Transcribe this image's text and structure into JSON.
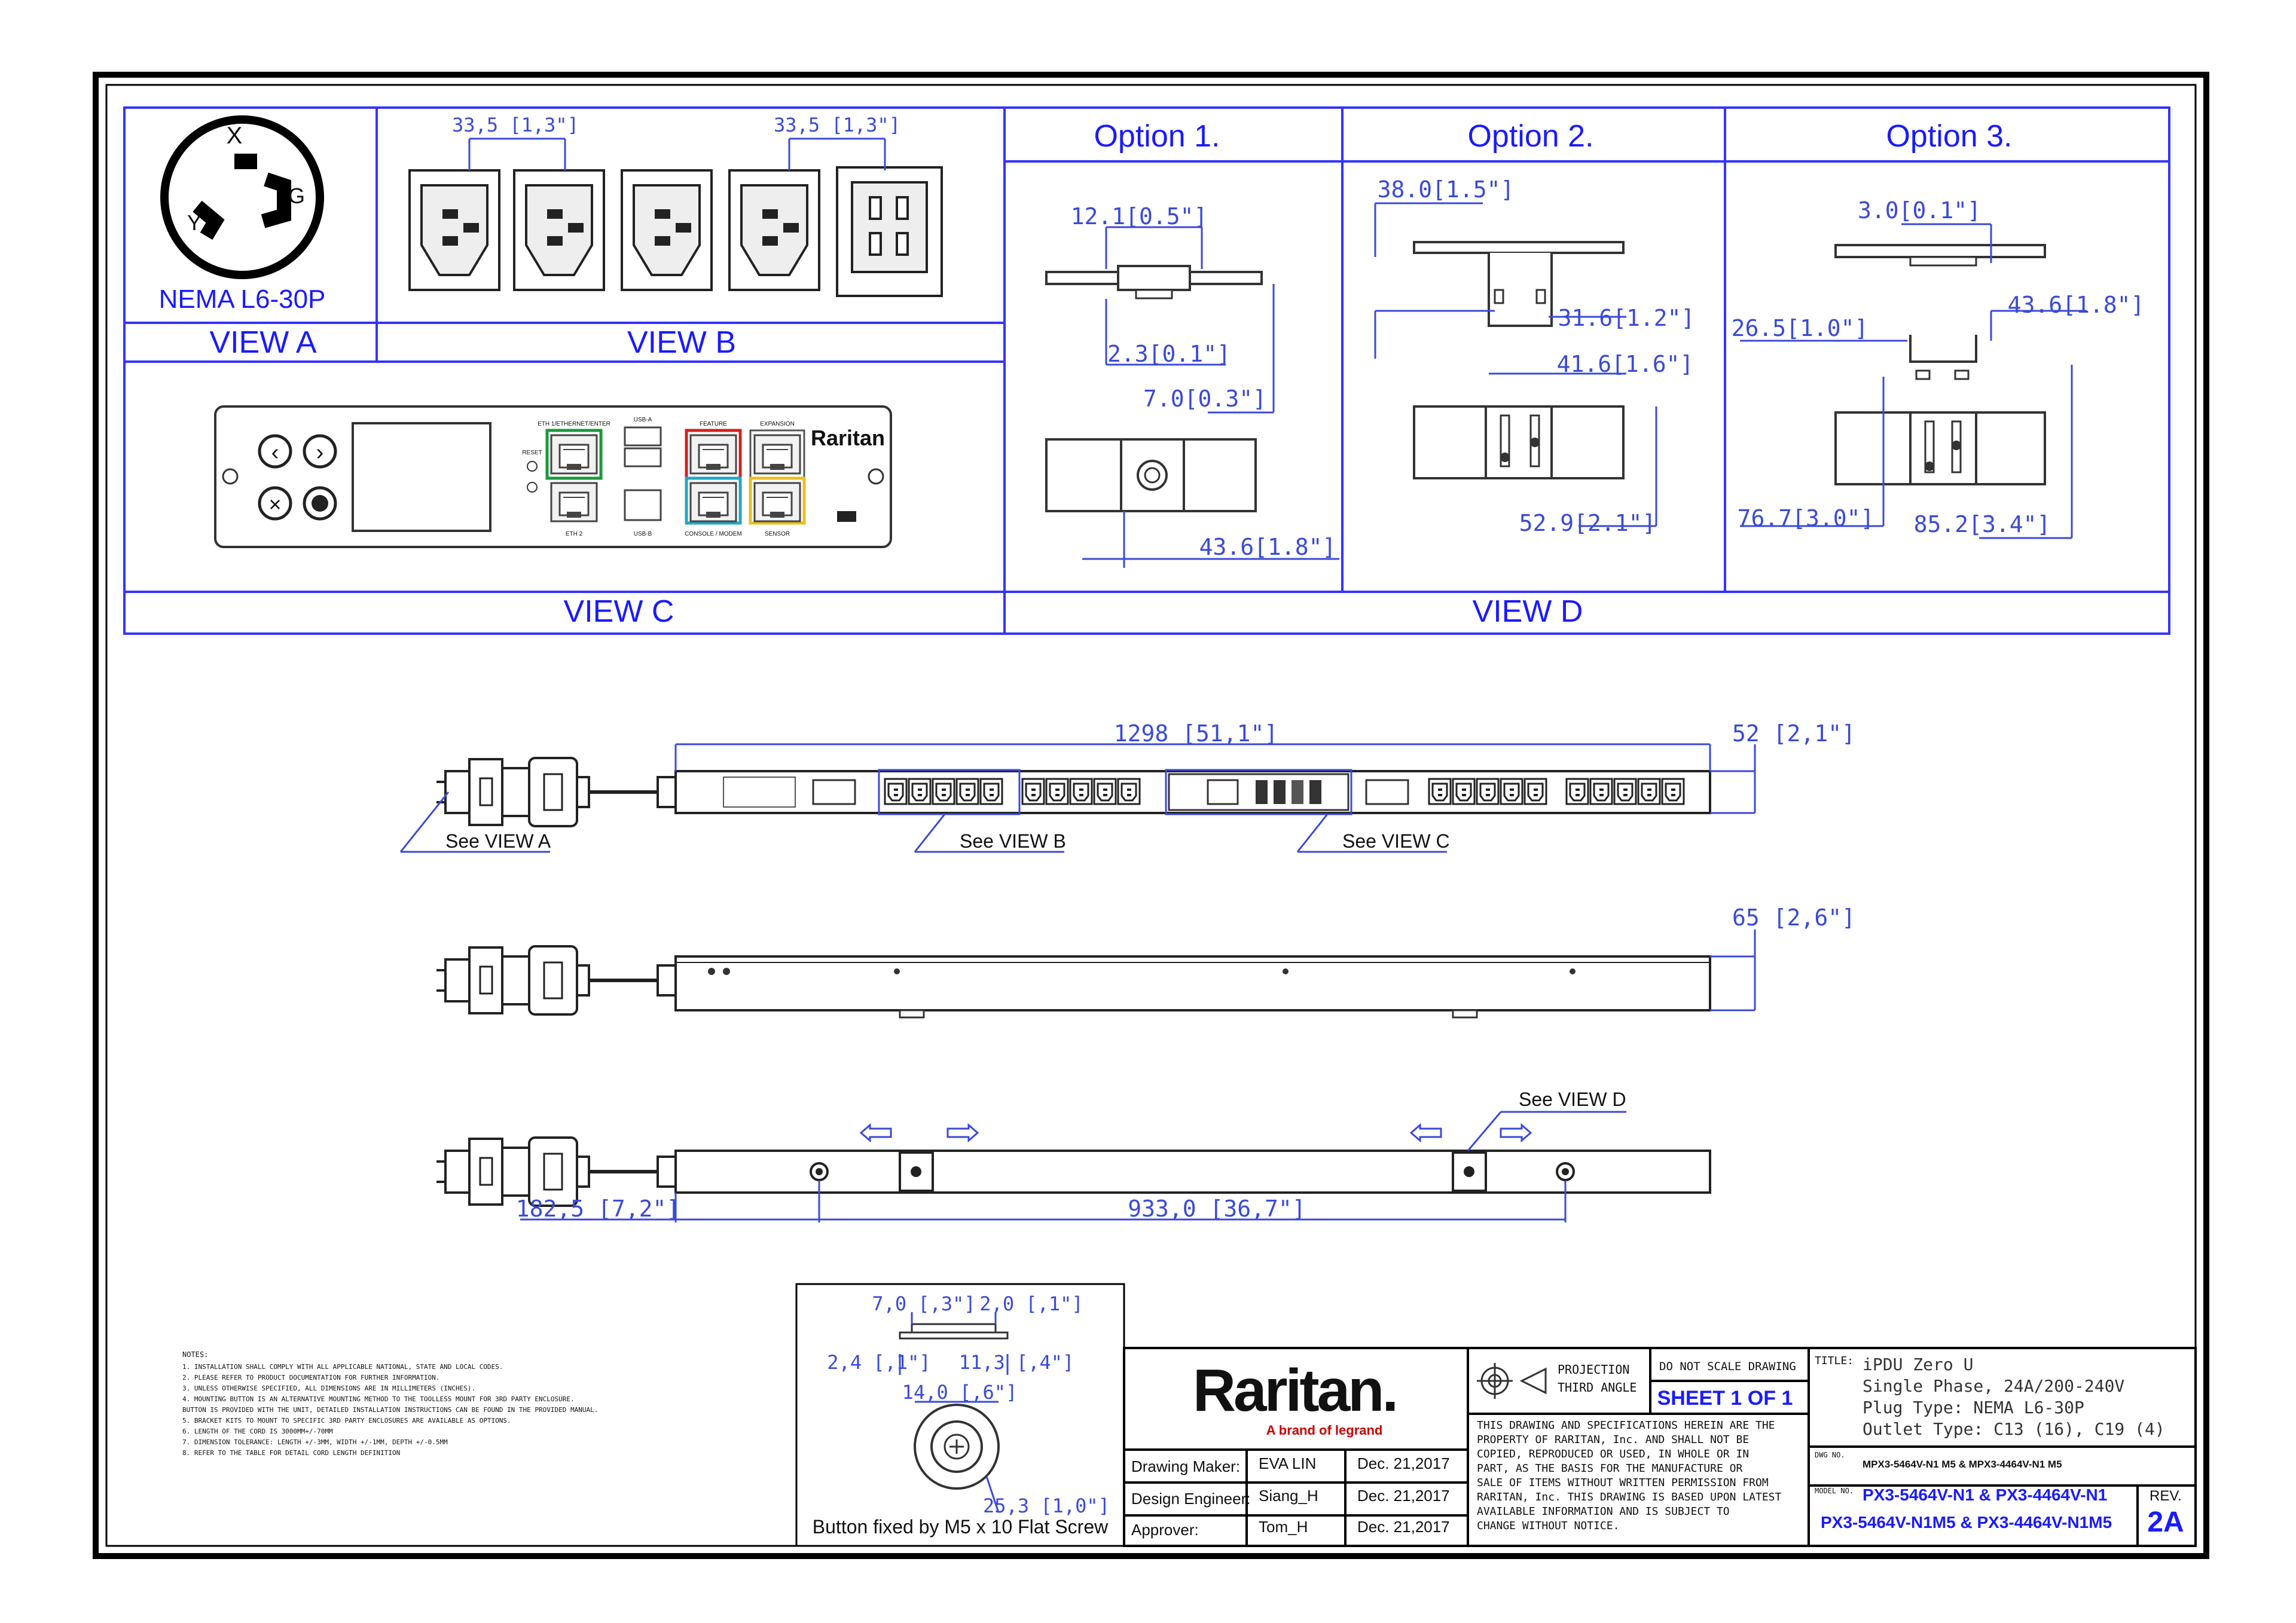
{
  "views": {
    "view_a": "VIEW A",
    "view_b": "VIEW B",
    "view_c": "VIEW C",
    "view_d": "VIEW D",
    "plug_name": "NEMA L6-30P",
    "plug_pins": [
      "X",
      "G",
      "Y"
    ],
    "view_b_dims": [
      "33,5 [1,3\"]",
      "33,5 [1,3\"]"
    ]
  },
  "options": {
    "option1": {
      "title": "Option 1.",
      "dims": [
        "12.1[0.5\"]",
        "2.3[0.1\"]",
        "7.0[0.3\"]",
        "43.6[1.8\"]"
      ]
    },
    "option2": {
      "title": "Option  2.",
      "dims": [
        "38.0[1.5\"]",
        "31.6[1.2\"]",
        "41.6[1.6\"]",
        "52.9[2.1\"]"
      ]
    },
    "option3": {
      "title": "Option 3.",
      "dims": [
        "3.0[0.1\"]",
        "43.6[1.8\"]",
        "26.5[1.0\"]",
        "76.7[3.0\"]",
        "85.2[3.4\"]"
      ]
    }
  },
  "controller": {
    "brand": "Raritan",
    "labels": [
      "ETH 1/ETHERNET/ENTER",
      "USB-A",
      "FEATURE",
      "EXPANSION",
      "RESET",
      "ETH 2",
      "USB-B",
      "CONSOLE / MODEM",
      "SENSOR"
    ]
  },
  "pdu": {
    "length_dim": "1298  [51,1\"]",
    "width_dim": "52  [2,1\"]",
    "depth_dim": "65  [2,6\"]",
    "offset_dim": "182,5  [7,2\"]",
    "spacing_dim": "933,0  [36,7\"]",
    "see_view_a": "See VIEW A",
    "see_view_b": "See VIEW B",
    "see_view_c": "See VIEW C",
    "see_view_d": "See VIEW D"
  },
  "button_detail": {
    "caption": "Button fixed by M5 x 10 Flat Screw",
    "dims": [
      "7,0  [,3\"]",
      "2,0  [,1\"]",
      "2,4  [,1\"]",
      "11,3  [,4\"]",
      "14,0  [,6\"]",
      "25,3  [1,0\"]"
    ]
  },
  "notes": {
    "heading": "NOTES:",
    "items": [
      "1. INSTALLATION SHALL COMPLY WITH ALL APPLICABLE NATIONAL, STATE AND LOCAL CODES.",
      "2. PLEASE REFER TO PRODUCT DOCUMENTATION FOR FURTHER INFORMATION.",
      "3. UNLESS OTHERWISE SPECIFIED, ALL DIMENSIONS ARE IN MILLIMETERS (INCHES).",
      "4. MOUNTING BUTTON IS AN ALTERNATIVE MOUNTING METHOD TO THE TOOLLESS MOUNT FOR 3RD PARTY ENCLOSURE.",
      "   BUTTON IS PROVIDED WITH THE UNIT, DETAILED INSTALLATION INSTRUCTIONS CAN BE FOUND IN THE PROVIDED MANUAL.",
      "5. BRACKET KITS TO MOUNT TO SPECIFIC 3RD PARTY ENCLOSURES ARE AVAILABLE AS OPTIONS.",
      "6. LENGTH OF THE CORD IS 3000MM+/-70MM",
      "7. DIMENSION TOLERANCE: LENGTH +/-3MM, WIDTH +/-1MM, DEPTH +/-0.5MM",
      "8. REFER TO THE TABLE FOR DETAIL CORD LENGTH DEFINITION"
    ]
  },
  "title_block": {
    "logo": "Raritan.",
    "logo_sub": "A brand of legrand",
    "rows": [
      {
        "role": "Drawing Maker:",
        "name": "EVA LIN",
        "date": "Dec. 21,2017"
      },
      {
        "role": "Design Engineer:",
        "name": "Siang_H",
        "date": "Dec. 21,2017"
      },
      {
        "role": "Approver:",
        "name": "Tom_H",
        "date": "Dec. 21,2017"
      }
    ],
    "projection": "PROJECTION",
    "third_angle": "THIRD ANGLE",
    "do_not_scale": "DO NOT SCALE DRAWING",
    "sheet": "SHEET 1 OF 1",
    "disclaimer": [
      "THIS DRAWING AND SPECIFICATIONS HEREIN ARE THE",
      "PROPERTY OF RARITAN, Inc. AND SHALL NOT BE",
      "COPIED, REPRODUCED OR USED, IN WHOLE OR IN",
      "PART, AS THE BASIS FOR THE MANUFACTURE OR",
      "SALE OF ITEMS WITHOUT WRITTEN PERMISSION FROM",
      "RARITAN, Inc. THIS DRAWING IS BASED UPON LATEST",
      "AVAILABLE INFORMATION AND IS SUBJECT TO",
      "CHANGE WITHOUT NOTICE."
    ],
    "title_label": "TITLE:",
    "title_lines": [
      "iPDU Zero U",
      "Single Phase, 24A/200-240V",
      "Plug Type: NEMA L6-30P",
      "Outlet Type: C13 (16), C19 (4)"
    ],
    "dwg_label": "DWG NO.",
    "dwg_no": "MPX3-5464V-N1 M5 & MPX3-4464V-N1 M5",
    "model_label": "MODEL NO.",
    "model_lines": [
      "PX3-5464V-N1 & PX3-4464V-N1",
      "PX3-5464V-N1M5 & PX3-4464V-N1M5"
    ],
    "rev_label": "REV.",
    "rev": "2A"
  },
  "colors": {
    "frame": "#000000",
    "view_lines": "#3333ff",
    "dimension": "#3a4ad8",
    "port_green": "#1a9a3a",
    "port_red": "#d42020",
    "port_cyan": "#20a8c0",
    "port_yellow": "#e8c020"
  }
}
